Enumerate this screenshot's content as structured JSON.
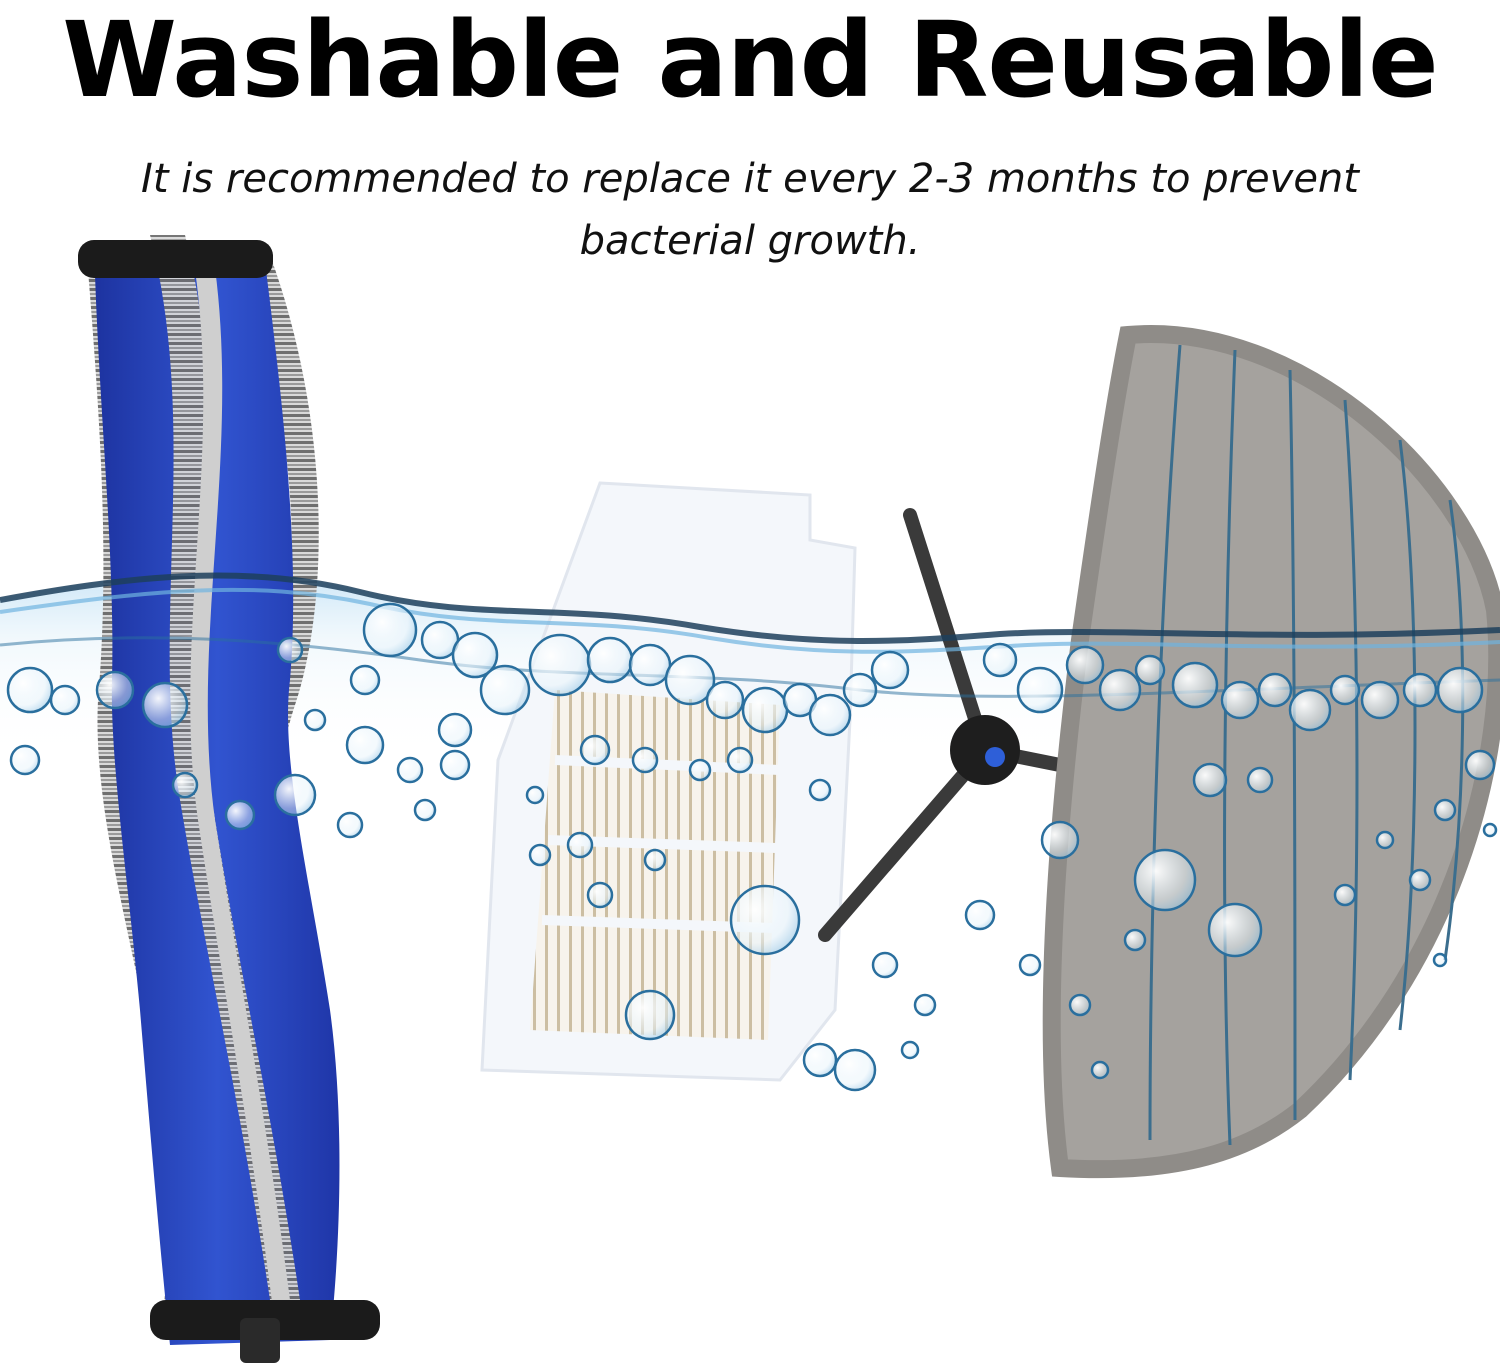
{
  "headline": "Washable and Reusable",
  "subtitle": "It is recommended to replace it every 2-3 months to prevent bacterial growth.",
  "products": [
    {
      "name": "roller-brush",
      "colors": {
        "core": "#2b45b8",
        "bristle": "#8b8b8b",
        "cap": "#1b1b1b"
      }
    },
    {
      "name": "hepa-filter",
      "colors": {
        "frame": "#f4f7fb",
        "pleats": "#c9b99a"
      }
    },
    {
      "name": "side-brush",
      "colors": {
        "hub": "#1e1e1e",
        "center": "#2e5fd8",
        "arm": "#3a3a3a"
      }
    },
    {
      "name": "mop-pad",
      "colors": {
        "fabric": "#a5a29e",
        "stripe": "#3b6e8e",
        "edge": "#8f8c88"
      }
    }
  ],
  "water": {
    "line": "#1d3f5c",
    "tint": "#a9d3ef",
    "bubble": "#2a6f9e"
  }
}
